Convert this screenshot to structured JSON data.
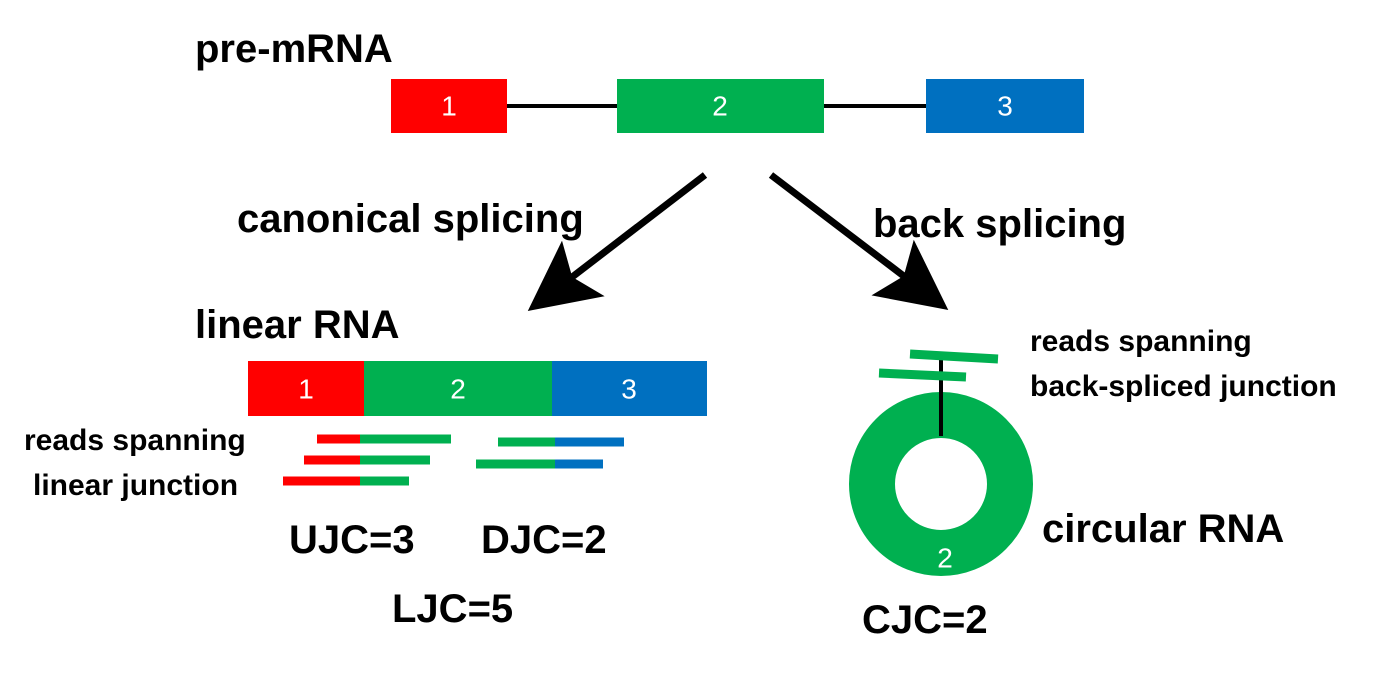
{
  "colors": {
    "exon1": "#ff0000",
    "exon2": "#00b050",
    "exon3": "#0070c0",
    "intron": "#000000",
    "text": "#000000"
  },
  "pre_mrna": {
    "title": "pre-mRNA",
    "exons": [
      "1",
      "2",
      "3"
    ]
  },
  "arrows": {
    "canonical_label": "canonical splicing",
    "back_label": "back splicing"
  },
  "linear_rna": {
    "title": "linear RNA",
    "exons": [
      "1",
      "2",
      "3"
    ],
    "reads_label_line1": "reads spanning",
    "reads_label_line2": "linear junction",
    "ujc_label": "UJC=3",
    "djc_label": "DJC=2",
    "ljc_label": "LJC=5"
  },
  "circular_rna": {
    "title": "circular RNA",
    "exon": "2",
    "reads_label_line1": "reads spanning",
    "reads_label_line2": "back-spliced junction",
    "cjc_label": "CJC=2"
  }
}
